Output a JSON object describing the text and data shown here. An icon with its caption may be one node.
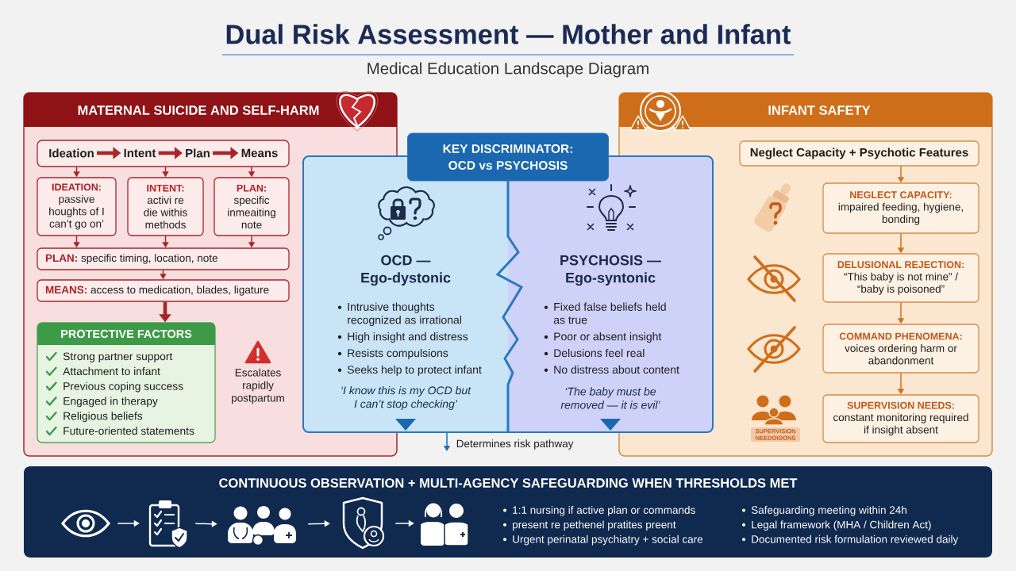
{
  "diagram": {
    "title": "Dual Risk Assessment — Mother and Infant",
    "nodes": [
      {
        "text": [
          "MATERNAL SUICIDE AND SELF-HARM"
        ]
      },
      {
        "text": [],
        "shape": "box",
        "in": 0
      },
      {
        "text": [
          "Ideation"
        ],
        "in": 1
      },
      {
        "text": [
          "Intent"
        ],
        "in": 1
      },
      {
        "text": [
          "Plan"
        ],
        "in": 1
      },
      {
        "text": [
          "Means"
        ],
        "in": 1
      },
      {
        "text": [
          "IDEATION:",
          "passive houghts of I can’t go on’"
        ],
        "in": 0
      },
      {
        "text": [
          "INTENT:",
          "activi re die withis methods"
        ],
        "in": 0
      },
      {
        "text": [
          "PLAN:",
          "specific inmeaiting note"
        ],
        "in": 0
      },
      {
        "text": [
          "PLAN:",
          "specific timing, location, note"
        ],
        "in": 0
      },
      {
        "text": [
          "MEANS:",
          "access to medication, blades, ligature"
        ],
        "in": 0
      },
      {
        "text": [
          "PROTECTIVE FACTORS",
          "Strong partner support",
          "Attachment to infant",
          "Previous coping success",
          "Engaged in therapy",
          "Religious beliefs",
          "Future-oriented statements"
        ],
        "in": 0
      },
      {
        "text": [
          "KEY DISCRIMINATOR: OCD vs PSYCHOSIS"
        ]
      },
      {
        "text": [
          "OCD — Ego-dystonic",
          "Intrusive thoughts recognized as irrational",
          "High insight and distress",
          "Resists compulsions",
          "Seeks help to protect infant",
          "‘I know this is my OCD but I can’t stop checking’"
        ],
        "in": 12
      },
      {
        "text": [
          "PSYCHOSIS — Ego-syntonic",
          "Fixed false beliefs held as true",
          "Poor or absent insight",
          "Delusions feel real",
          "No distress about content",
          "‘The baby must be removed — it is evil’"
        ],
        "in": 12
      },
      {
        "text": [
          "INFANT SAFETY"
        ]
      },
      {
        "text": [
          "Neglect Capacity + Psychotic Features"
        ],
        "in": 15
      },
      {
        "text": [
          "NEGLECT CAPACITY:",
          "impaired feeding, hygiene, bonding"
        ],
        "in": 15
      },
      {
        "text": [
          "DELUSIONAL REJECTION:",
          "“This baby is not mine” / “baby is poisoned”"
        ],
        "in": 15
      },
      {
        "text": [
          "COMMAND PHENOMENA:",
          "voices ordering harm or abandonment"
        ],
        "in": 15
      },
      {
        "text": [
          "SUPERVISION NEEDS:",
          "constant monitoring required if insight absent"
        ],
        "in": 15
      },
      {
        "text": [
          "CONTINUOUS OBSERVATION + MULTI-AGENCY SAFEGUARDING WHEN THRESHOLDS MET",
          "1:1 nursing if active plan or commands",
          "present re pethenel pratites preent",
          "Urgent perinatal psychiatry + social care",
          "Safeguarding meeting within 24h",
          "Legal framework (MHA / Children Act)",
          "Documented risk formulation reviewed daily"
        ]
      },
      {
        "text": [],
        "shape": "picture",
        "in": 21
      },
      {
        "text": [],
        "shape": "picture",
        "in": 21
      },
      {
        "text": [],
        "shape": "picture",
        "in": 21
      },
      {
        "text": [],
        "shape": "picture",
        "in": 21
      },
      {
        "text": [],
        "shape": "picture",
        "in": 21
      }
    ],
    "edges": [
      {
        "from": 2,
        "to": 3,
        "arrow": "to",
        "style": "thick"
      },
      {
        "from": 3,
        "to": 4,
        "arrow": "to",
        "style": "thick"
      },
      {
        "from": 4,
        "to": 5,
        "arrow": "to",
        "style": "thick"
      },
      {
        "from": 1,
        "to": 6,
        "arrow": "to"
      },
      {
        "from": 1,
        "to": 7,
        "arrow": "to"
      },
      {
        "from": 1,
        "to": 8,
        "arrow": "to"
      },
      {
        "from": 6,
        "to": 9,
        "arrow": "to"
      },
      {
        "from": 7,
        "to": 9,
        "arrow": "to"
      },
      {
        "from": 8,
        "to": 9,
        "arrow": "to"
      },
      {
        "from": 9,
        "to": 10,
        "arrow": "to"
      },
      {
        "from": 10,
        "to": 11,
        "arrow": "to",
        "style": "thick"
      },
      {
        "from": 12,
        "to": null,
        "arrow": "to",
        "label": "Determines risk pathway",
        "color": "#1a6eb5"
      },
      {
        "from": 16,
        "to": 17,
        "arrow": "to",
        "color": "#d2701c"
      },
      {
        "from": 17,
        "to": 18,
        "arrow": "to",
        "color": "#d2701c"
      },
      {
        "from": 18,
        "to": 19,
        "arrow": "to",
        "color": "#d2701c"
      },
      {
        "from": 19,
        "to": 20,
        "arrow": "to",
        "color": "#d2701c"
      },
      {
        "from": 22,
        "to": 23,
        "arrow": "to",
        "color": "#ffffff"
      },
      {
        "from": 23,
        "to": 24,
        "arrow": "to",
        "color": "#ffffff"
      },
      {
        "from": 24,
        "to": 25,
        "arrow": "to",
        "color": "#ffffff"
      },
      {
        "from": 25,
        "to": 26,
        "arrow": "to",
        "color": "#ffffff"
      }
    ],
    "labels": [
      "Medical Education Landscape Diagram",
      "Escalates rapidly postpartum",
      "SUPERVISION NEEDOIOONS"
    ]
  }
}
